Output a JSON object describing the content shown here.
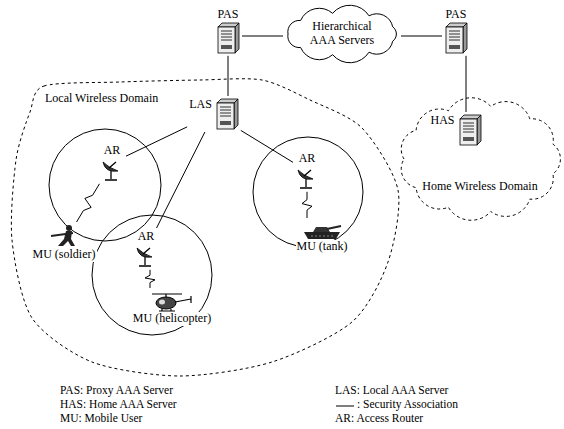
{
  "diagram": {
    "nodes": [
      {
        "text": [
          "PAS"
        ]
      },
      {
        "text": [
          "Hierarchical AAA Servers"
        ]
      },
      {
        "text": [
          "PAS"
        ]
      },
      {
        "text": [
          "Local Wireless Domain"
        ]
      },
      {
        "text": [
          "LAS"
        ],
        "in": 3
      },
      {
        "text": [
          "AR"
        ],
        "in": 3
      },
      {
        "text": [
          "AR"
        ],
        "in": 3
      },
      {
        "text": [
          "AR"
        ],
        "in": 3
      },
      {
        "text": [
          "MU (soldier)"
        ],
        "in": 3
      },
      {
        "text": [
          "MU (tank)"
        ],
        "in": 3
      },
      {
        "text": [
          "MU (helicopter)"
        ],
        "in": 3
      },
      {
        "text": [
          "Home Wireless Domain"
        ]
      },
      {
        "text": [
          "HAS"
        ],
        "in": 11
      }
    ],
    "edges": [
      {
        "from": 0,
        "to": 1,
        "arrow": "none"
      },
      {
        "from": 1,
        "to": 2,
        "arrow": "none"
      },
      {
        "from": 0,
        "to": 4,
        "arrow": "none"
      },
      {
        "from": 2,
        "to": 12,
        "arrow": "none"
      },
      {
        "from": 4,
        "to": 5,
        "arrow": "none"
      },
      {
        "from": 4,
        "to": 6,
        "arrow": "none"
      },
      {
        "from": 4,
        "to": 7,
        "arrow": "none"
      },
      {
        "from": 5,
        "to": 8,
        "arrow": "none"
      },
      {
        "from": 6,
        "to": 9,
        "arrow": "none"
      },
      {
        "from": 7,
        "to": 10,
        "arrow": "none"
      }
    ],
    "labels": [
      "PAS: Proxy AAA Server",
      "LAS: Local AAA Server",
      "HAS: Home AAA Server",
      "MU: Mobile User",
      "AR: Access Router"
    ],
    "legend": [
      {
        "text": ": Security Association"
      }
    ]
  }
}
